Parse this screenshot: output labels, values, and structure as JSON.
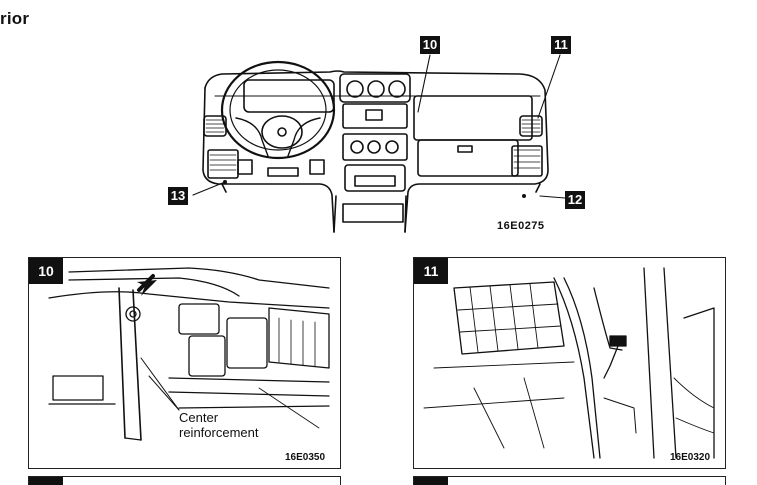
{
  "page": {
    "title": "rior"
  },
  "overview": {
    "callouts": {
      "c10": "10",
      "c11": "11",
      "c12": "12",
      "c13": "13"
    },
    "figure_code": "16E0275"
  },
  "panels": [
    {
      "number": "10",
      "label_line1": "Center",
      "label_line2": "reinforcement",
      "figure_code": "16E0350"
    },
    {
      "number": "11",
      "figure_code": "16E0320"
    }
  ]
}
